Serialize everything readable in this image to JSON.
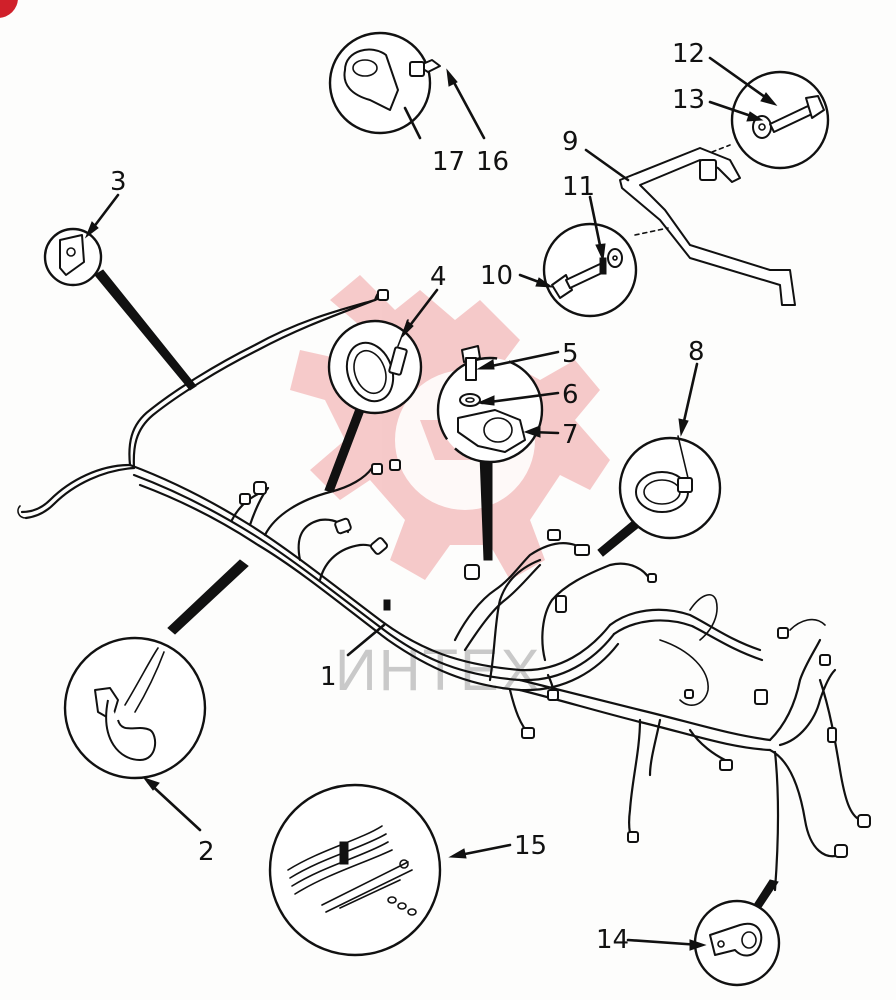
{
  "watermark": {
    "text": "ИНТЕХ",
    "logo_color": "#f0a0a0",
    "text_color": "#c9c9c9"
  },
  "corner_badge_color": "#d0202a",
  "callouts": [
    {
      "id": "1",
      "text": "1"
    },
    {
      "id": "2",
      "text": "2"
    },
    {
      "id": "3",
      "text": "3"
    },
    {
      "id": "4",
      "text": "4"
    },
    {
      "id": "5",
      "text": "5"
    },
    {
      "id": "6",
      "text": "6"
    },
    {
      "id": "7",
      "text": "7"
    },
    {
      "id": "8",
      "text": "8"
    },
    {
      "id": "9",
      "text": "9"
    },
    {
      "id": "10",
      "text": "10"
    },
    {
      "id": "11",
      "text": "11"
    },
    {
      "id": "12",
      "text": "12"
    },
    {
      "id": "13",
      "text": "13"
    },
    {
      "id": "14",
      "text": "14"
    },
    {
      "id": "15",
      "text": "15"
    },
    {
      "id": "16",
      "text": "16"
    },
    {
      "id": "17",
      "text": "17"
    }
  ]
}
